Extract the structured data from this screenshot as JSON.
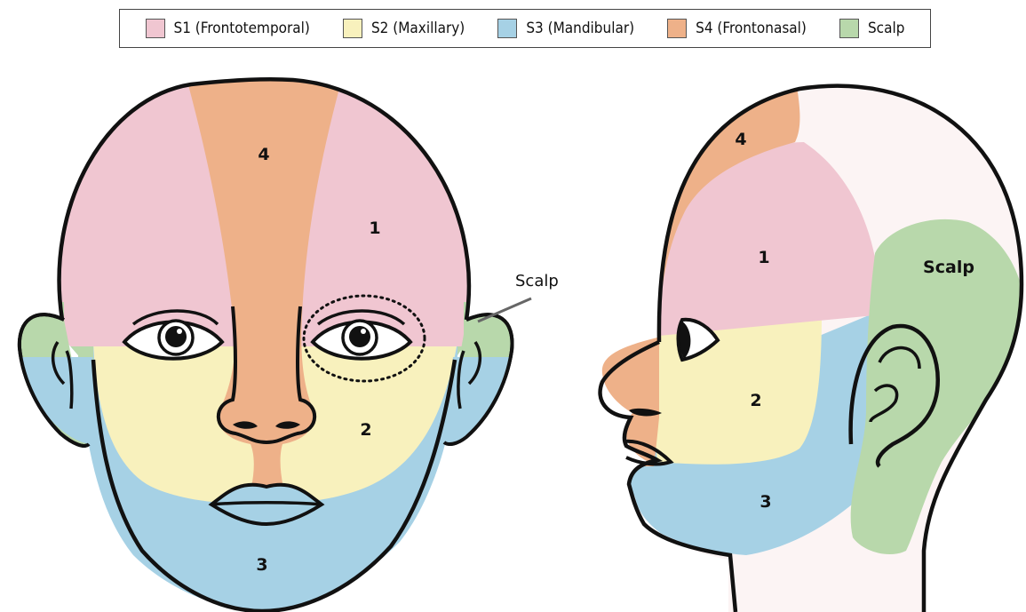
{
  "legend": {
    "items": [
      {
        "label": "S1 (Frontotemporal)",
        "color": "#f0c6d1"
      },
      {
        "label": "S2 (Maxillary)",
        "color": "#f8f1bd"
      },
      {
        "label": "S3 (Mandibular)",
        "color": "#a6d1e5"
      },
      {
        "label": "S4 (Frontonasal)",
        "color": "#eeb189"
      },
      {
        "label": "Scalp",
        "color": "#b8d8ab"
      }
    ]
  },
  "front_view": {
    "labels": {
      "s1": "1",
      "s2": "2",
      "s3": "3",
      "s4": "4"
    },
    "callout": "Scalp"
  },
  "side_view": {
    "labels": {
      "s1": "1",
      "s2": "2",
      "s3": "3",
      "s4": "4",
      "scalp": "Scalp"
    }
  }
}
